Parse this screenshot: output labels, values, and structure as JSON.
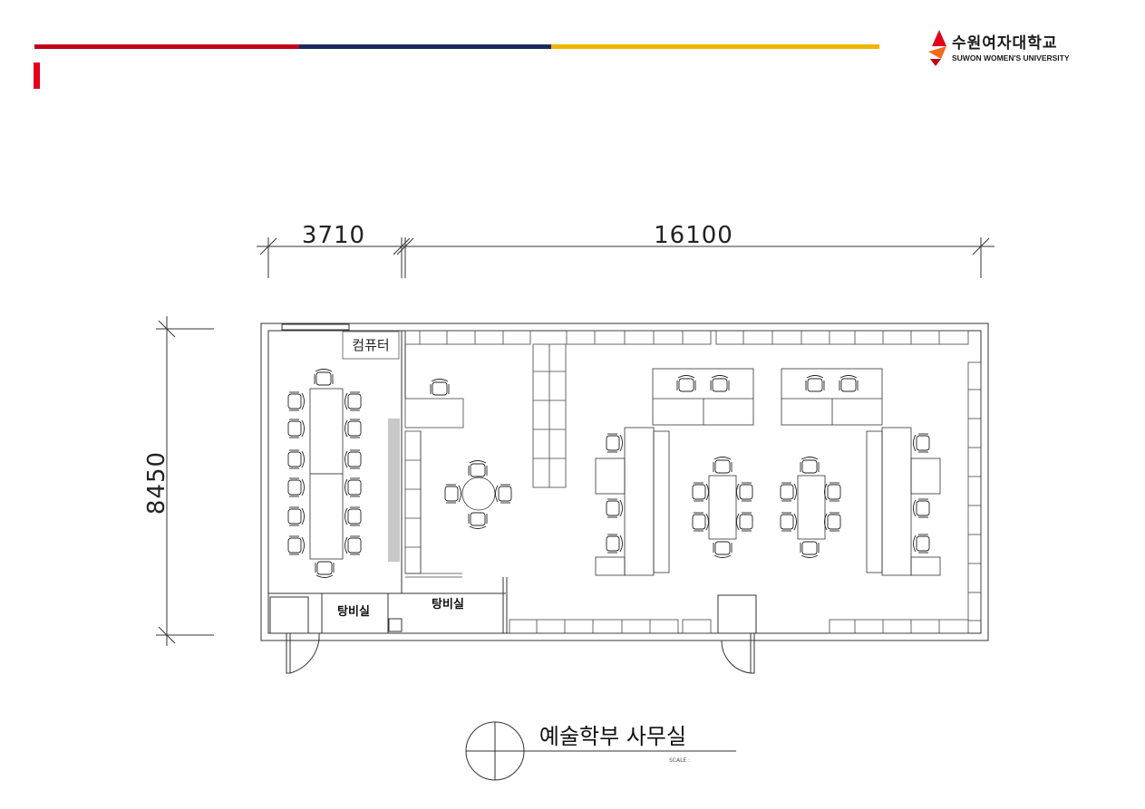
{
  "header": {
    "colors": {
      "red": "#c0001a",
      "navy": "#1b2a5e",
      "gold": "#f0b400",
      "accent": "#e3001b"
    }
  },
  "logo": {
    "name_kr": "수원여자대학교",
    "name_en": "SUWON WOMEN'S UNIVERSITY",
    "icon": "university-emblem-icon"
  },
  "plan": {
    "dimensions": {
      "width_left": "3710",
      "width_right": "16100",
      "height": "8450"
    },
    "labels": {
      "computer": "컴퓨터",
      "pantry_left": "탕비실",
      "pantry_right": "탕비실"
    },
    "title": "예술학부 사무실",
    "scale_label": "SCALE :"
  }
}
